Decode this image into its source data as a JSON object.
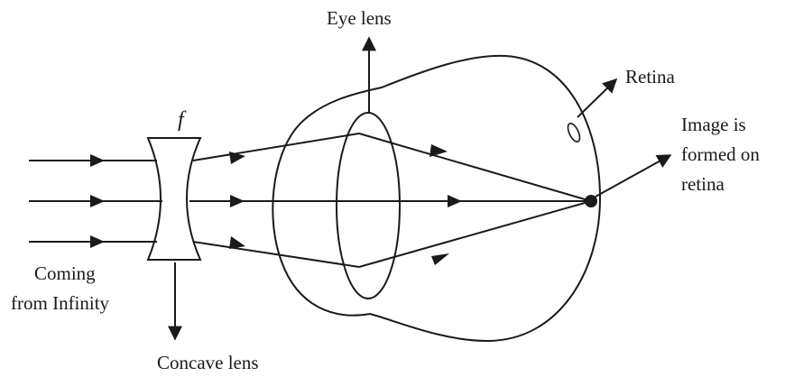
{
  "labels": {
    "eye_lens": "Eye lens",
    "retina": "Retina",
    "image_line1": "Image is",
    "image_line2": "formed on",
    "image_line3": "retina",
    "focal": "f",
    "coming_line1": "Coming",
    "coming_line2": "from Infinity",
    "concave_lens": "Concave lens"
  },
  "colors": {
    "stroke": "#1a1a1a",
    "background": "#ffffff"
  }
}
